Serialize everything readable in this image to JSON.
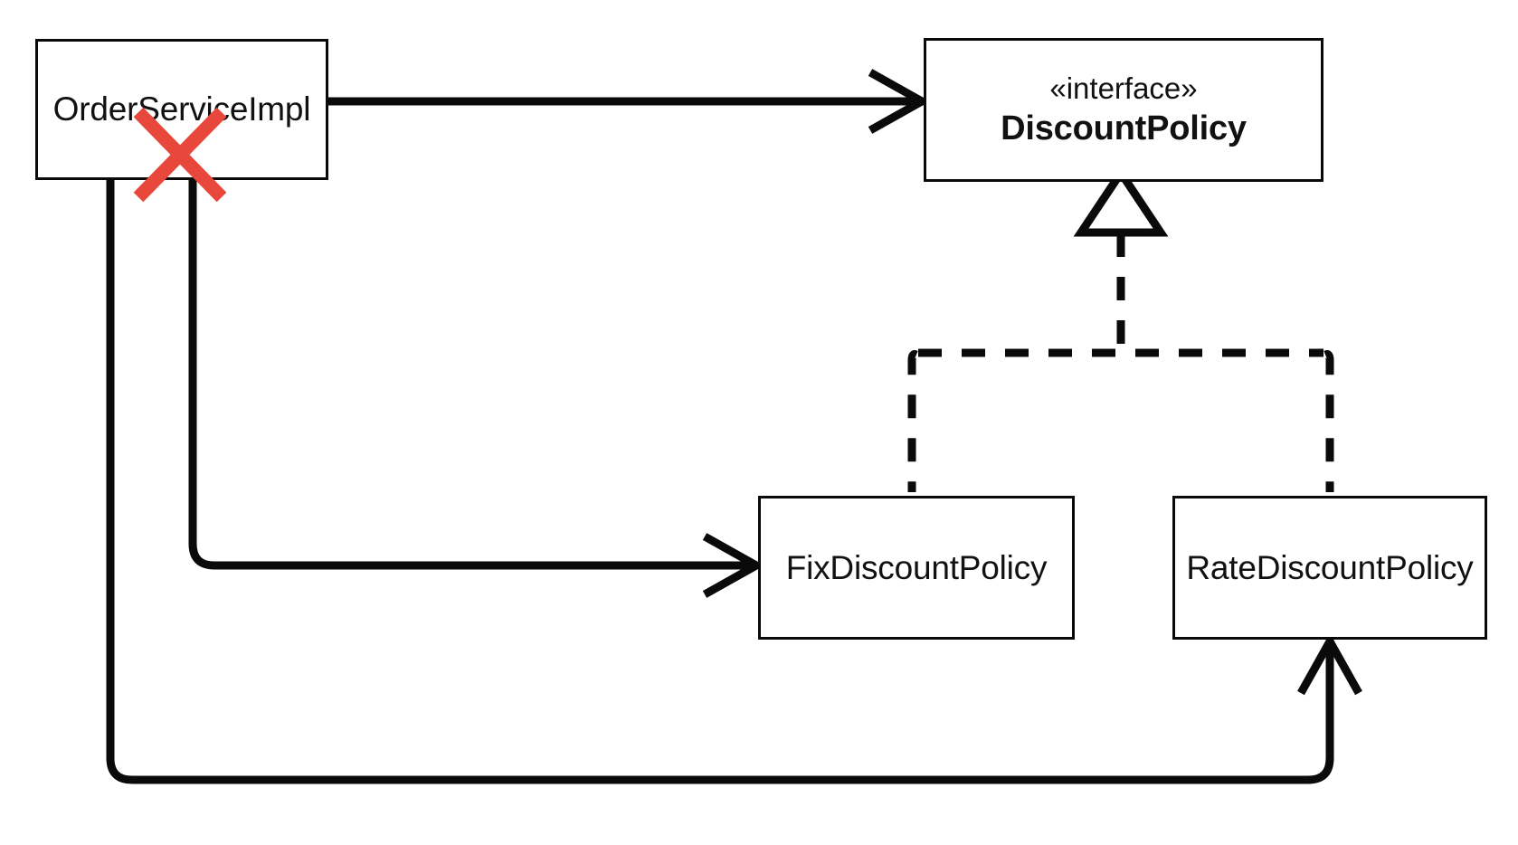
{
  "diagram": {
    "kind": "uml-class-diagram",
    "title": "",
    "background_color": "#ffffff",
    "line_color": "#0a0a0a",
    "strike_color": "#e8483c",
    "classes": [
      {
        "id": "order-service-impl",
        "name": "OrderServiceImpl",
        "stereotype": "",
        "bold": false,
        "struck_out": true
      },
      {
        "id": "discount-policy",
        "name": "DiscountPolicy",
        "stereotype": "«interface»",
        "bold": true,
        "struck_out": false
      },
      {
        "id": "fix-discount-policy",
        "name": "FixDiscountPolicy",
        "stereotype": "",
        "bold": false,
        "struck_out": false
      },
      {
        "id": "rate-discount-policy",
        "name": "RateDiscountPolicy",
        "stereotype": "",
        "bold": false,
        "struck_out": false
      }
    ],
    "relations": [
      {
        "id": "dependency-order-to-discountpolicy",
        "from": "order-service-impl",
        "to": "discount-policy",
        "style": "solid",
        "arrow": "open-arrow",
        "label": ""
      },
      {
        "id": "dependency-order-to-fix",
        "from": "order-service-impl",
        "to": "fix-discount-policy",
        "style": "solid",
        "arrow": "open-arrow",
        "label": ""
      },
      {
        "id": "dependency-order-to-rate",
        "from": "order-service-impl",
        "to": "rate-discount-policy",
        "style": "solid",
        "arrow": "open-arrow",
        "label": ""
      },
      {
        "id": "realization-fix-to-discountpolicy",
        "from": "fix-discount-policy",
        "to": "discount-policy",
        "style": "dashed",
        "arrow": "hollow-triangle",
        "label": ""
      },
      {
        "id": "realization-rate-to-discountpolicy",
        "from": "rate-discount-policy",
        "to": "discount-policy",
        "style": "dashed",
        "arrow": "hollow-triangle",
        "label": ""
      }
    ],
    "annotations": [
      {
        "id": "strike-x",
        "icon": "red-cross-icon",
        "target": "order-service-impl",
        "color": "#e8483c"
      }
    ]
  }
}
